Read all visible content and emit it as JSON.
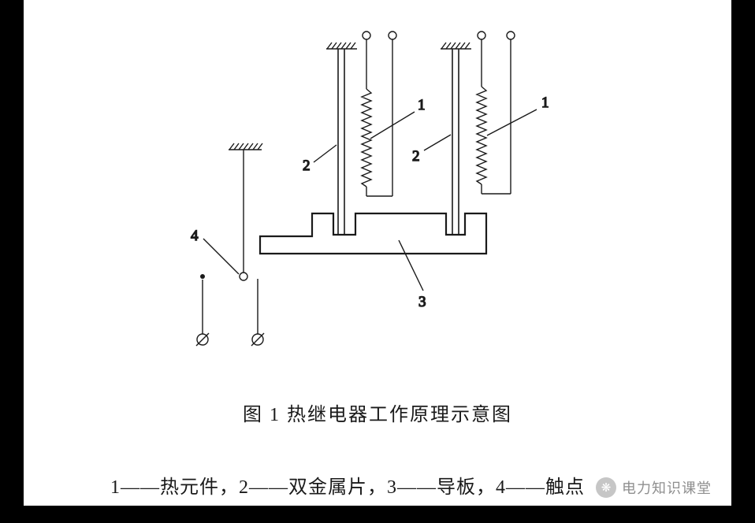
{
  "figure": {
    "caption": "图 1  热继电器工作原理示意图",
    "legend": "1——热元件，2——双金属片，3——导板，4——触点",
    "labels": {
      "heater": "1",
      "bimetal": "2",
      "guide_plate": "3",
      "contact": "4"
    }
  },
  "watermark": {
    "text": "电力知识课堂",
    "icon": "snowflake-icon",
    "color": "#8f8f8f"
  },
  "colors": {
    "line": "#1a1a1a",
    "background": "#ffffff",
    "frame_bars": "#000000"
  }
}
